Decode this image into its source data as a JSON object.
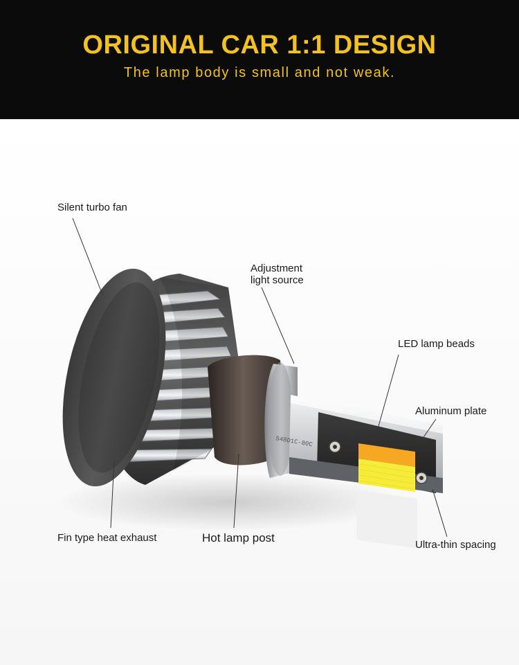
{
  "banner": {
    "title": "ORIGINAL CAR 1:1 DESIGN",
    "subtitle": "The lamp body is small and not weak."
  },
  "product": {
    "chip_marking": "S48D1C-80C"
  },
  "callouts": {
    "fan": "Silent turbo fan",
    "adjustment_line1": "Adjustment",
    "adjustment_line2": "light source",
    "led_beads": "LED lamp beads",
    "aluminum_plate": "Aluminum plate",
    "fin_exhaust": "Fin type heat exhaust",
    "hot_post": "Hot lamp post",
    "spacing": "Ultra-thin spacing"
  },
  "colors": {
    "banner_bg": "#0b0b0b",
    "accent_yellow": "#f3c21c",
    "led_amber": "#f6a823",
    "led_yellow": "#f7ec3a"
  }
}
